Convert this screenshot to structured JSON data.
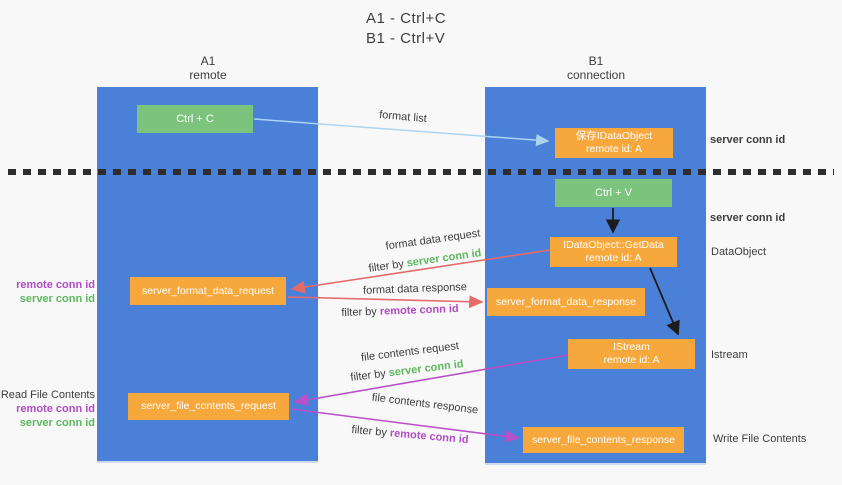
{
  "title": {
    "line1": "A1 - Ctrl+C",
    "line2": "B1 - Ctrl+V"
  },
  "columns": {
    "a1": {
      "name": "A1",
      "subtitle": "remote"
    },
    "b1": {
      "name": "B1",
      "subtitle": "connection"
    }
  },
  "nodes": {
    "ctrl_c": "Ctrl + C",
    "ctrl_v": "Ctrl + V",
    "save_idataobject": {
      "line1": "保存IDataObject",
      "line2": "remote id: A"
    },
    "getdata": {
      "line1": "IDataObject::GetData",
      "line2": "remote id: A"
    },
    "istream": {
      "line1": "IStream",
      "line2": "remote id: A"
    },
    "format_request": "server_format_data_request",
    "format_response": "server_format_data_response",
    "file_request": "server_file_contents_request",
    "file_response": "server_file_contents_response"
  },
  "edge_labels": {
    "format_list": "format list",
    "format_data_request": "format data request",
    "format_data_response": "format data response",
    "file_contents_request": "file contents request",
    "file_contents_response": "file contents response",
    "filter_by": "filter by ",
    "server_conn_id": "server conn id",
    "remote_conn_id": "remote conn id"
  },
  "side_labels": {
    "remote_conn_id": "remote conn id",
    "server_conn_id": "server conn id",
    "read_file_contents": "Read File Contents",
    "write_file_contents": "Write File Contents",
    "dataobject": "DataObject",
    "istream": "Istream"
  },
  "colors": {
    "lane_blue": "#4a80d8",
    "box_green": "#7cc47e",
    "box_orange": "#f7a83d",
    "label_green": "#5cb85f",
    "label_purple": "#b14cc4",
    "arrow_lightblue": "#aad4f0",
    "arrow_red": "#e66a6a",
    "arrow_magenta": "#ba4fc8",
    "arrow_black": "#1c1c1c",
    "divider": "#2d2d2d"
  }
}
